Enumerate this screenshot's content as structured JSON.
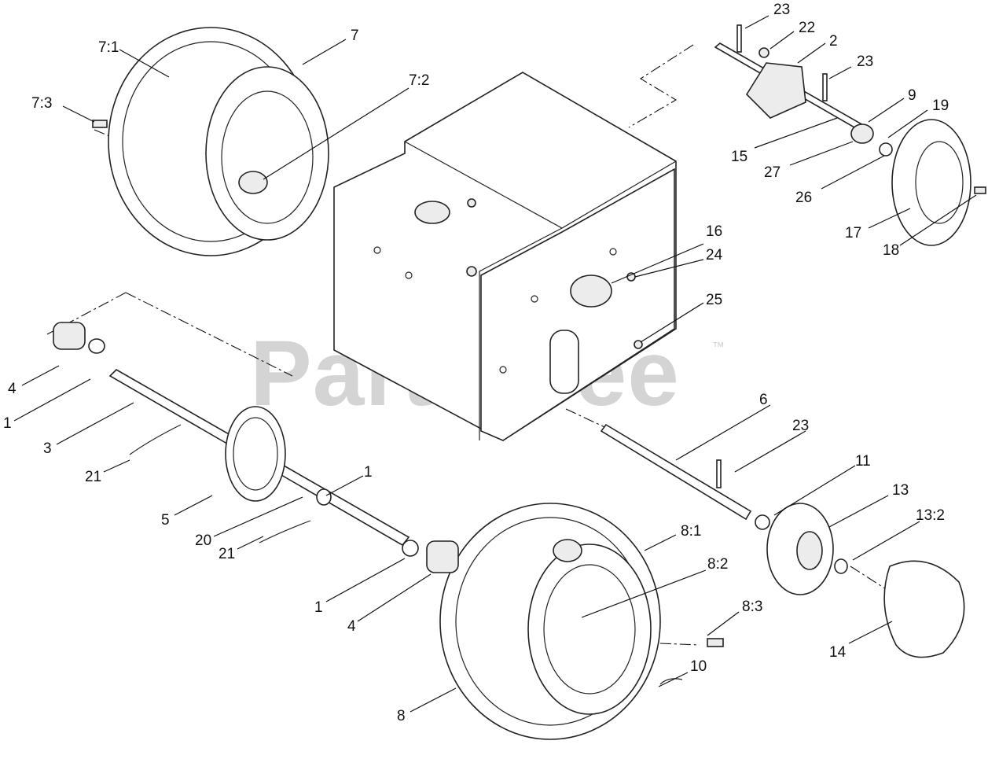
{
  "watermark": {
    "text": "PartsTree",
    "trademark": "™"
  },
  "callouts": [
    {
      "id": "c-7-1",
      "text": "7:1"
    },
    {
      "id": "c-7",
      "text": "7"
    },
    {
      "id": "c-7-2",
      "text": "7:2"
    },
    {
      "id": "c-7-3",
      "text": "7:3"
    },
    {
      "id": "c-23-top",
      "text": "23"
    },
    {
      "id": "c-22",
      "text": "22"
    },
    {
      "id": "c-2",
      "text": "2"
    },
    {
      "id": "c-23-mid",
      "text": "23"
    },
    {
      "id": "c-9",
      "text": "9"
    },
    {
      "id": "c-19",
      "text": "19"
    },
    {
      "id": "c-15",
      "text": "15"
    },
    {
      "id": "c-27",
      "text": "27"
    },
    {
      "id": "c-26",
      "text": "26"
    },
    {
      "id": "c-17",
      "text": "17"
    },
    {
      "id": "c-18",
      "text": "18"
    },
    {
      "id": "c-16",
      "text": "16"
    },
    {
      "id": "c-24",
      "text": "24"
    },
    {
      "id": "c-25",
      "text": "25"
    },
    {
      "id": "c-4-top",
      "text": "4"
    },
    {
      "id": "c-1-left",
      "text": "1"
    },
    {
      "id": "c-3",
      "text": "3"
    },
    {
      "id": "c-21-top",
      "text": "21"
    },
    {
      "id": "c-5",
      "text": "5"
    },
    {
      "id": "c-20",
      "text": "20"
    },
    {
      "id": "c-21-bot",
      "text": "21"
    },
    {
      "id": "c-1-mid",
      "text": "1"
    },
    {
      "id": "c-1-bot",
      "text": "1"
    },
    {
      "id": "c-4-bot",
      "text": "4"
    },
    {
      "id": "c-6",
      "text": "6"
    },
    {
      "id": "c-23-low",
      "text": "23"
    },
    {
      "id": "c-11",
      "text": "11"
    },
    {
      "id": "c-13",
      "text": "13"
    },
    {
      "id": "c-13-2",
      "text": "13:2"
    },
    {
      "id": "c-8-1",
      "text": "8:1"
    },
    {
      "id": "c-8-2",
      "text": "8:2"
    },
    {
      "id": "c-8-3",
      "text": "8:3"
    },
    {
      "id": "c-10",
      "text": "10"
    },
    {
      "id": "c-14",
      "text": "14"
    },
    {
      "id": "c-8",
      "text": "8"
    }
  ]
}
